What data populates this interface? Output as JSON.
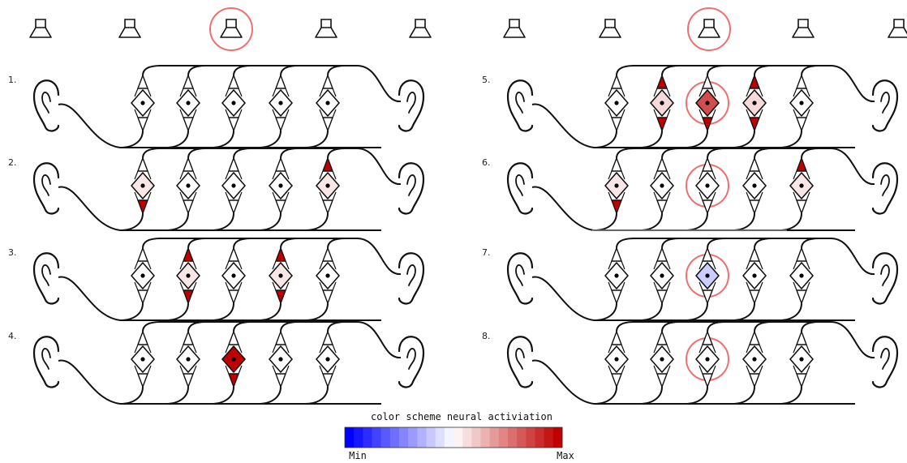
{
  "colors": {
    "min": "#0000ff",
    "mid": "#ffffff",
    "max": "#c00000",
    "highlight": "#f07070",
    "stroke": "#111111"
  },
  "speakers_highlight_index": 2,
  "panels": [
    {
      "rows": [
        {
          "label": "1.",
          "neurons": [
            0,
            0,
            0,
            0,
            0
          ],
          "highlight": false
        },
        {
          "label": "2.",
          "neurons": [
            0.1,
            0,
            0,
            0,
            0.1
          ],
          "highlight": false
        },
        {
          "label": "3.",
          "neurons": [
            0,
            0.1,
            0,
            0.1,
            0
          ],
          "highlight": false
        },
        {
          "label": "4.",
          "neurons": [
            0,
            0,
            1,
            0,
            0
          ],
          "highlight": false
        }
      ]
    },
    {
      "rows": [
        {
          "label": "5.",
          "neurons": [
            0,
            0.15,
            0.7,
            0.15,
            0
          ],
          "highlight": true
        },
        {
          "label": "6.",
          "neurons": [
            0.1,
            0,
            0,
            0,
            0.1
          ],
          "highlight": true
        },
        {
          "label": "7.",
          "neurons": [
            0,
            0,
            -0.2,
            0,
            0
          ],
          "highlight": true
        },
        {
          "label": "8.",
          "neurons": [
            0,
            0,
            0,
            0,
            0
          ],
          "highlight": true
        }
      ]
    }
  ],
  "legend": {
    "title": "color scheme neural activiation",
    "min_label": "Min",
    "max_label": "Max"
  }
}
